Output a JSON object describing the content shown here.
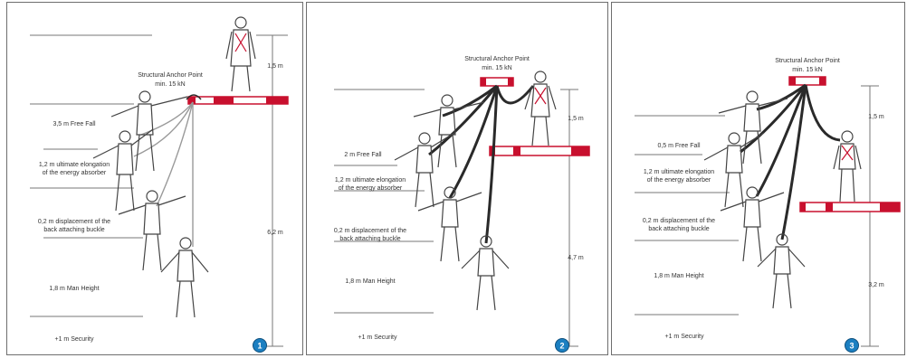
{
  "panels": [
    {
      "number": "1",
      "anchor_label_1": "Structural Anchor Point",
      "anchor_label_2": "min. 15 kN",
      "free_fall": "3,5 m Free Fall",
      "elongation_1": "1,2 m ultimate elongation",
      "elongation_2": "of the energy absorber",
      "displacement_1": "0,2 m displacement of the",
      "displacement_2": "back attaching buckle",
      "man_height": "1,8 m Man Height",
      "security": "+1 m Security",
      "dim_top": "1,5 m",
      "dim_total": "6,2 m"
    },
    {
      "number": "2",
      "anchor_label_1": "Structural Anchor Point",
      "anchor_label_2": "min. 15 kN",
      "free_fall": "2 m Free Fall",
      "elongation_1": "1,2 m ultimate elongation",
      "elongation_2": "of the energy absorber",
      "displacement_1": "0,2 m displacement of the",
      "displacement_2": "back attaching buckle",
      "man_height": "1,8 m Man Height",
      "security": "+1 m Security",
      "dim_top": "1,5 m",
      "dim_total": "4,7 m"
    },
    {
      "number": "3",
      "anchor_label_1": "Structural Anchor Point",
      "anchor_label_2": "min. 15 kN",
      "free_fall": "0,5 m Free Fall",
      "elongation_1": "1,2 m ultimate elongation",
      "elongation_2": "of the energy absorber",
      "displacement_1": "0,2 m displacement of the",
      "displacement_2": "back attaching buckle",
      "man_height": "1,8 m Man Height",
      "security": "+1 m Security",
      "dim_top": "1,5 m",
      "dim_total": "3,2 m"
    }
  ],
  "colors": {
    "anchor_red": "#c8102e",
    "badge_blue": "#1b7fc1",
    "line_gray": "#777777",
    "lanyard_dark": "#2a2a2a",
    "rope_light": "#9a9a9a"
  },
  "icons": [
    "worker-figure-icon",
    "anchor-beam-icon",
    "number-badge-icon"
  ]
}
